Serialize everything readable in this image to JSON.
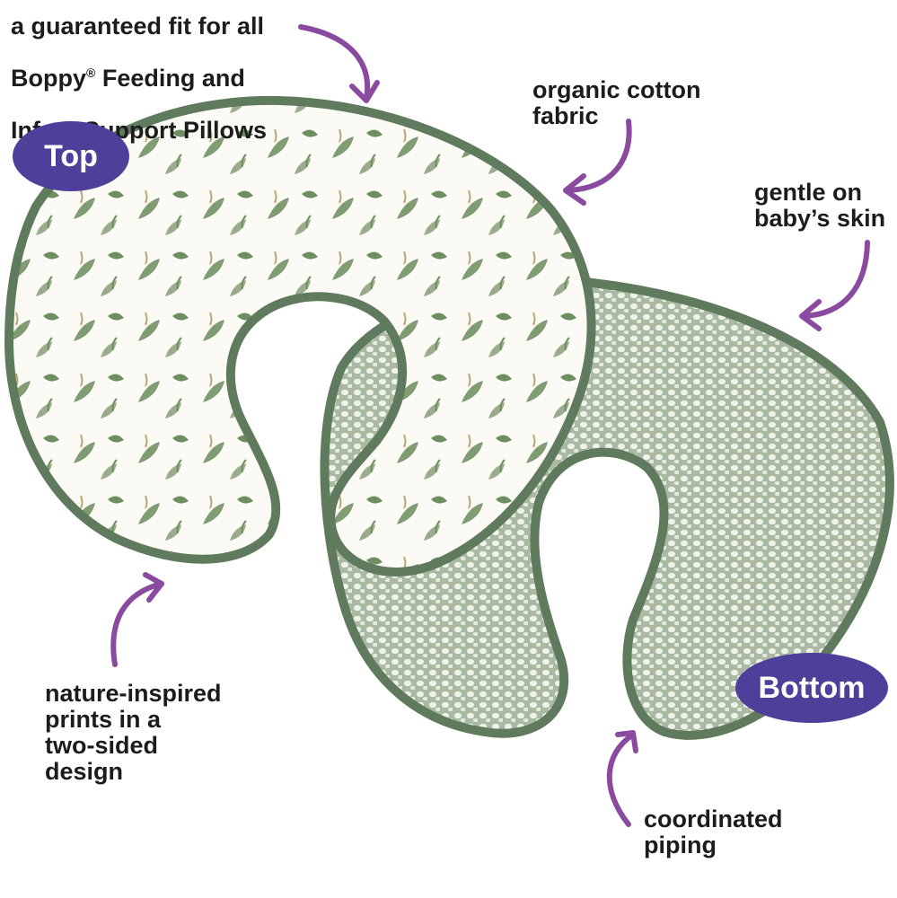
{
  "header": {
    "line1": "a guaranteed fit for all",
    "line2_brand": "Boppy",
    "line2_reg": "®",
    "line2_rest": " Feeding and",
    "line3": "Infant Support Pillows"
  },
  "badges": {
    "top": "Top",
    "bottom": "Bottom"
  },
  "callouts": {
    "organic": "organic cotton\nfabric",
    "gentle": "gentle on\nbaby’s skin",
    "nature": "nature-inspired\nprints in a\ntwo-sided\ndesign",
    "piping": "coordinated\npiping"
  },
  "colors": {
    "badge": "#4e3f9a",
    "arrow": "#8a4aa0",
    "text": "#1c1c1c",
    "piping": "#5f7a5c",
    "sage_fabric": "#a9b9a2",
    "leaf": "#6f8f62",
    "cream": "#fbfaf5"
  },
  "icons": [
    "curved-arrow-icon"
  ]
}
